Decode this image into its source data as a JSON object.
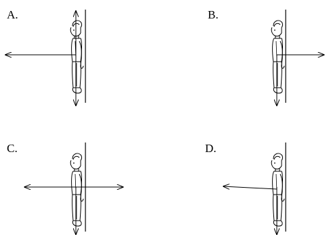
{
  "options": [
    {
      "label": "A.",
      "arrows": [
        "up",
        "down",
        "left"
      ]
    },
    {
      "label": "B.",
      "arrows": [
        "down",
        "right"
      ]
    },
    {
      "label": "C.",
      "arrows": [
        "down",
        "left",
        "right"
      ]
    },
    {
      "label": "D.",
      "arrows": [
        "down",
        "left"
      ]
    }
  ],
  "colors": {
    "ink": "#000000",
    "background": "#ffffff"
  }
}
